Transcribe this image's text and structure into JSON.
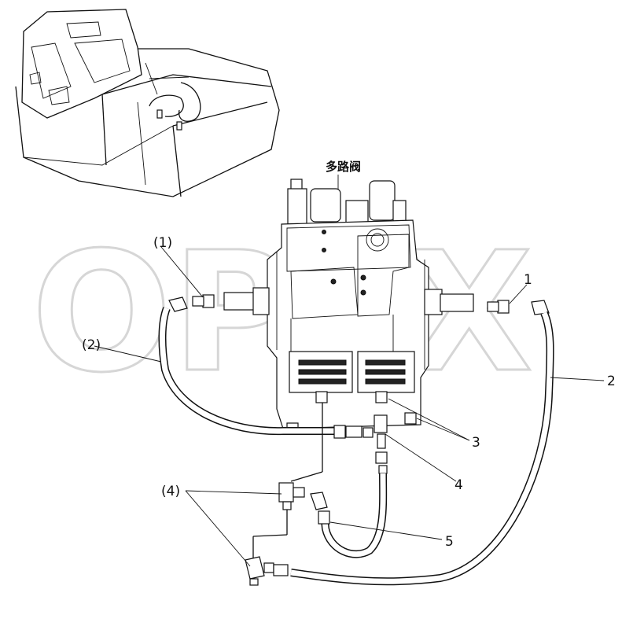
{
  "diagram": {
    "component_title": "多路阀",
    "watermark": "OPEX",
    "labels": {
      "l1_paren": "(1)",
      "l2_paren": "(2)",
      "l4_paren": "(4)",
      "l1": "1",
      "l2": "2",
      "l3": "3",
      "l4": "4",
      "l5": "5"
    }
  }
}
